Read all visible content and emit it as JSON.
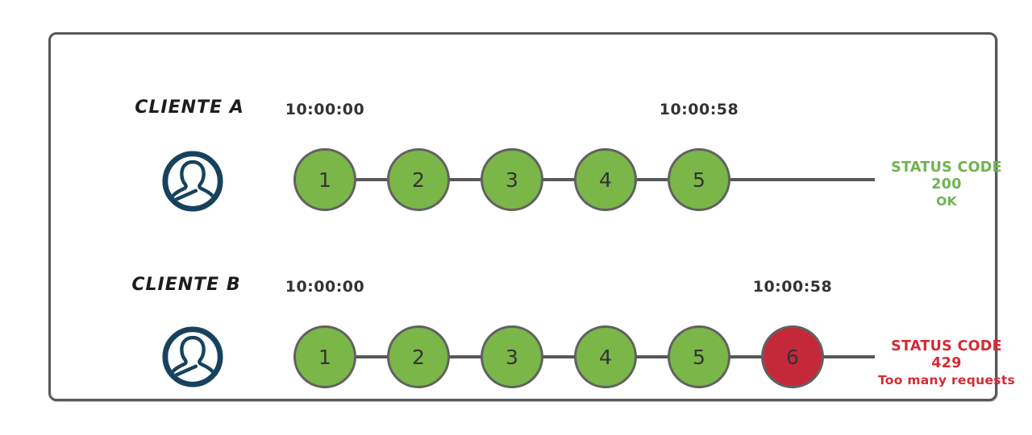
{
  "figure": {
    "rows": [
      {
        "client": "CLIENTE A",
        "start_time": "10:00:00",
        "end_time": "10:00:58",
        "requests": [
          {
            "n": "1",
            "state": "success"
          },
          {
            "n": "2",
            "state": "success"
          },
          {
            "n": "3",
            "state": "success"
          },
          {
            "n": "4",
            "state": "success"
          },
          {
            "n": "5",
            "state": "success"
          }
        ],
        "status": {
          "line1": "STATUS CODE 200",
          "line2": "OK",
          "type": "success"
        }
      },
      {
        "client": "CLIENTE B",
        "start_time": "10:00:00",
        "end_time": "10:00:58",
        "requests": [
          {
            "n": "1",
            "state": "success"
          },
          {
            "n": "2",
            "state": "success"
          },
          {
            "n": "3",
            "state": "success"
          },
          {
            "n": "4",
            "state": "success"
          },
          {
            "n": "5",
            "state": "success"
          },
          {
            "n": "6",
            "state": "error"
          }
        ],
        "status": {
          "line1": "STATUS CODE 429",
          "line2": "Too many requests",
          "type": "error"
        }
      }
    ],
    "colors": {
      "request_success": "#7ab648",
      "request_error": "#c4293a",
      "circle_border": "#616161",
      "connector": "#58585a",
      "status_success_text": "#6fb350",
      "status_error_text": "#d22b35",
      "timestamp_text": "#333333",
      "client_text": "#1d1d1d",
      "avatar": "#16425e",
      "frame_border": "#58585a"
    }
  }
}
